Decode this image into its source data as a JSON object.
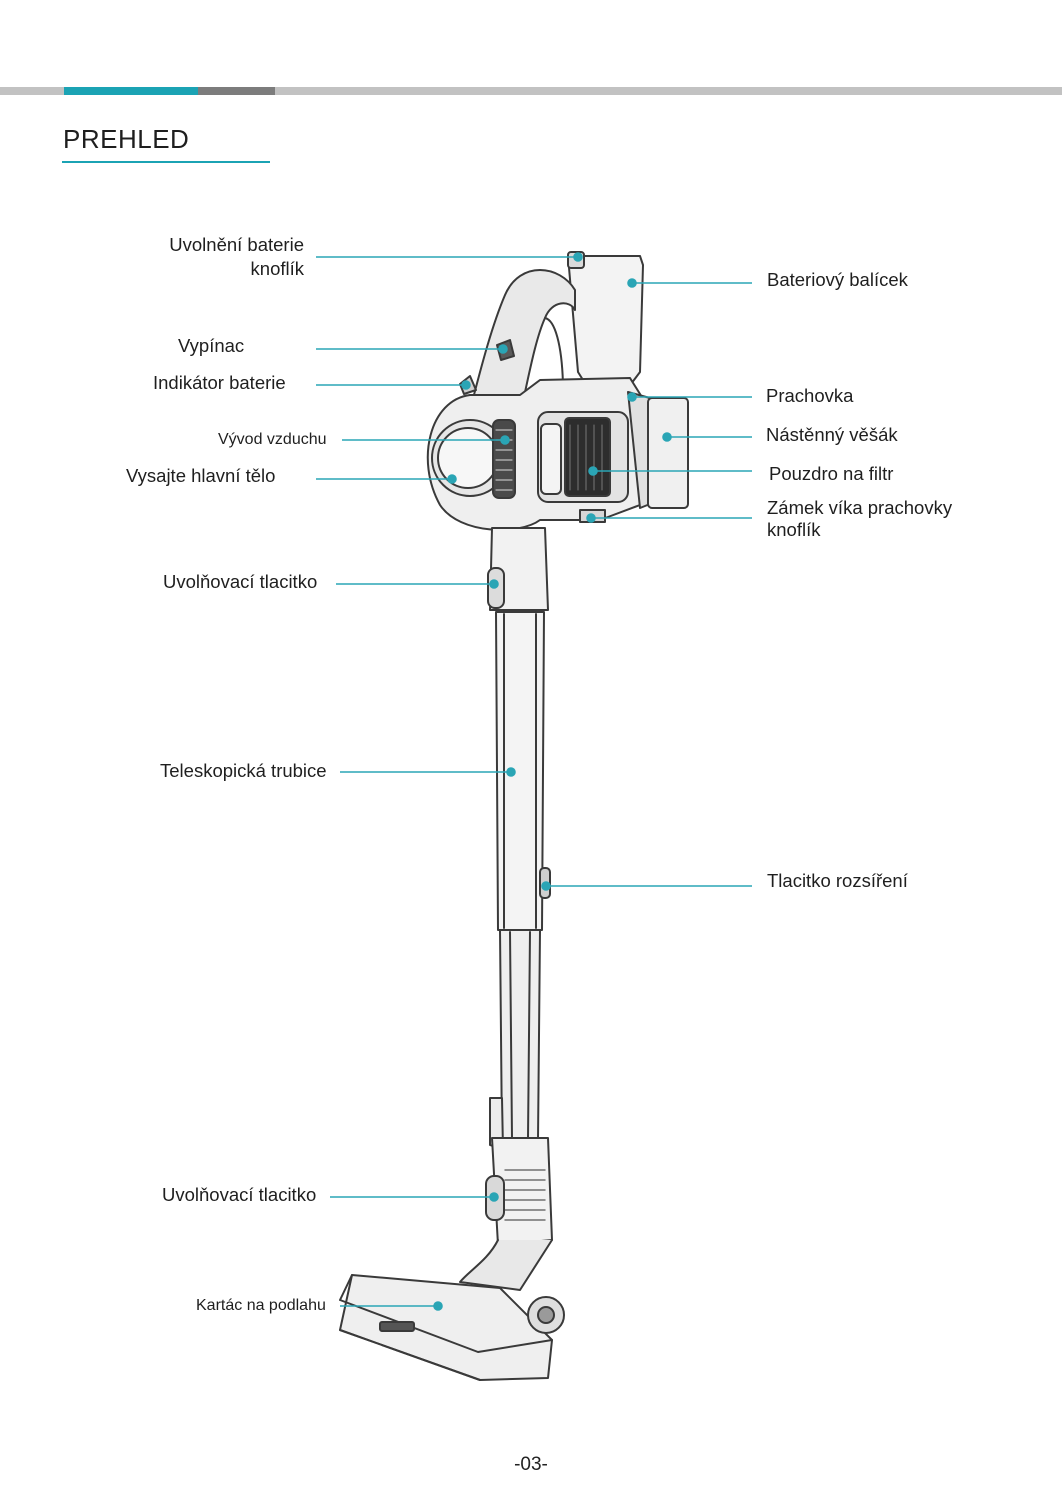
{
  "header": {
    "title": "PREHLED",
    "accent_color": "#1ba3b4",
    "gray_color": "#7c7c7c",
    "light_color": "#c2c2c2"
  },
  "callout_color": "#2aa5b5",
  "labels_left": {
    "battery_release": "Uvolnění baterie\nknoflík",
    "power_switch": "Vypínac",
    "battery_indicator": "Indikátor baterie",
    "air_outlet": "Vývod vzduchu",
    "main_body": "Vysajte hlavní tělo",
    "release_button_upper": "Uvolňovací tlacitko",
    "telescopic_tube": "Teleskopická trubice",
    "release_button_lower": "Uvolňovací tlacitko",
    "floor_brush": "Kartác na podlahu"
  },
  "labels_right": {
    "battery_pack": "Bateriový balícek",
    "dust_container": "Prachovka",
    "wall_hanger": "Nástěnný věšák",
    "filter_housing": "Pouzdro na filtr",
    "dust_lid_lock": "Zámek víka prachovky\nknoflík",
    "extension_button": "Tlacitko rozsíření"
  },
  "page_number": "-03-"
}
